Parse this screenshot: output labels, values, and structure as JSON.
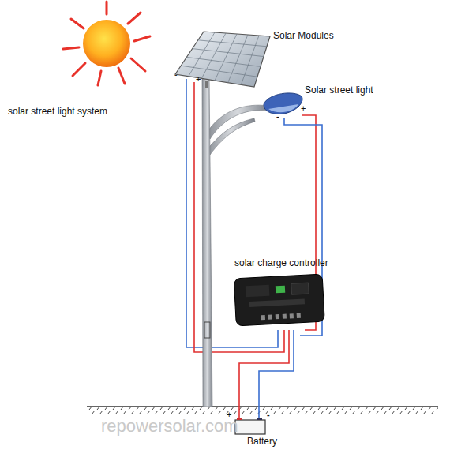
{
  "diagram": {
    "labels": [
      "solar street light system",
      "Solar Modules",
      "Solar street light",
      "solar charge controller",
      "Battery",
      "-",
      "+",
      "+",
      "-",
      "+",
      "-",
      "repowersolar.com"
    ]
  }
}
